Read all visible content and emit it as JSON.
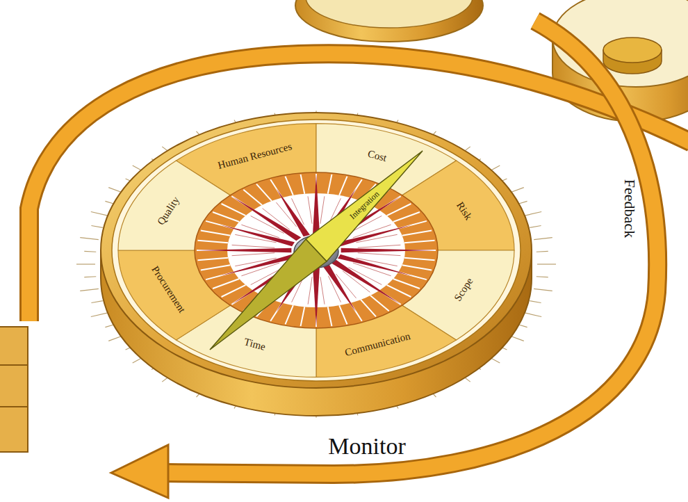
{
  "diagram": {
    "nodes": [
      {
        "text": [
          "Human Resources"
        ]
      },
      {
        "text": [
          "Cost"
        ]
      },
      {
        "text": [
          "Risk"
        ]
      },
      {
        "text": [
          "Scope"
        ]
      },
      {
        "text": [
          "Communication"
        ]
      },
      {
        "text": [
          "Time"
        ]
      },
      {
        "text": [
          "Procurement"
        ]
      },
      {
        "text": [
          "Quality"
        ]
      },
      {
        "text": [
          "Integration"
        ]
      }
    ],
    "labels": [
      "Feedback",
      "Monitor"
    ]
  }
}
